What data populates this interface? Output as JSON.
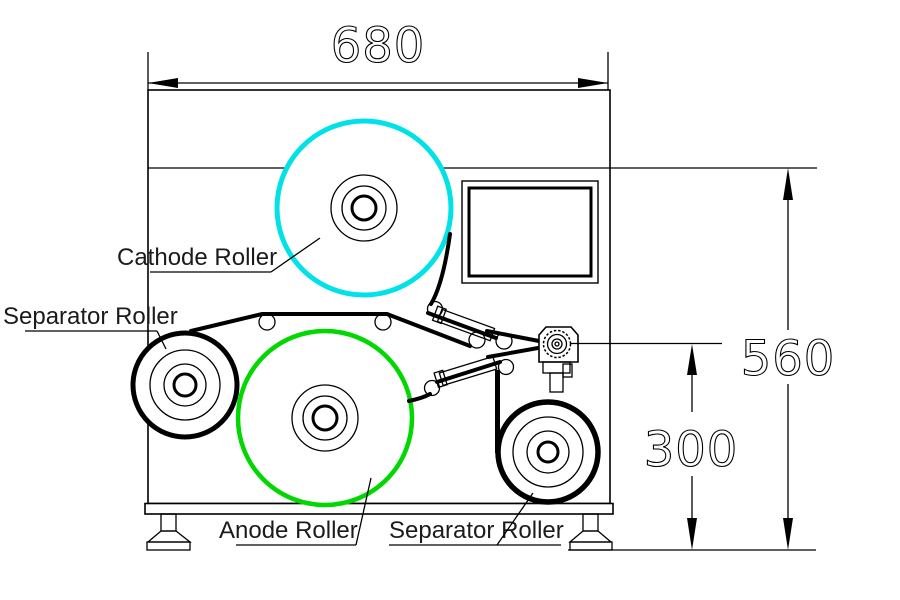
{
  "labels": {
    "cathode_roller": "Cathode Roller",
    "separator_roller_left": "Separator Roller",
    "anode_roller": "Anode Roller",
    "separator_roller_right": "Separator Roller"
  },
  "dimensions": {
    "overall_width": "680",
    "overall_height": "560",
    "winder_center_height": "300"
  },
  "colors": {
    "cathode_web": "#00e2e8",
    "anode_web": "#00d800",
    "separator_web": "#000000",
    "line": "#000000",
    "background": "#ffffff"
  }
}
